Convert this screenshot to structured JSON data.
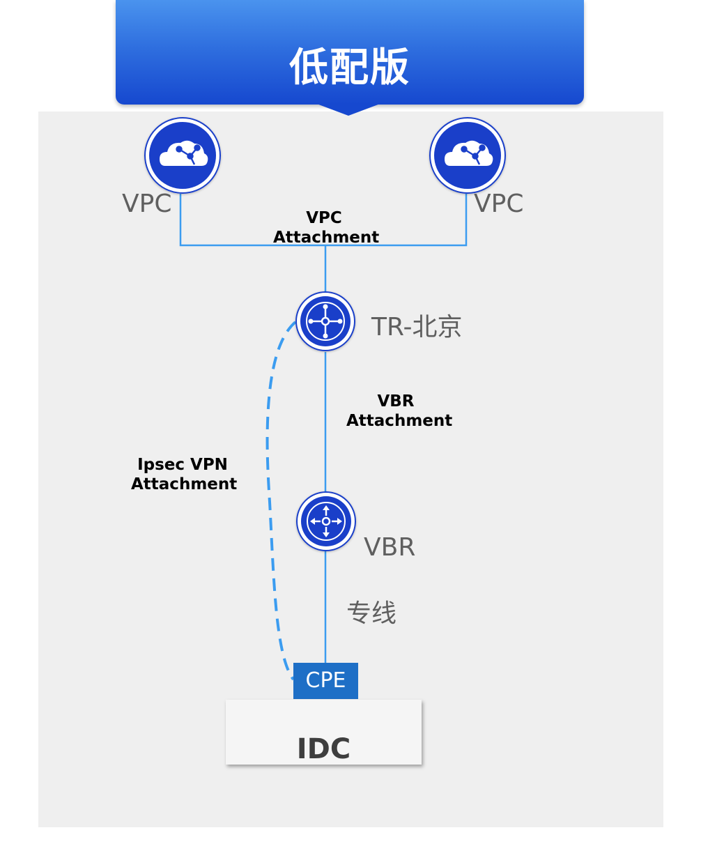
{
  "header": {
    "title": "低配版"
  },
  "nodes": {
    "vpc_left": {
      "label": "VPC",
      "icon": "cloud-network-icon"
    },
    "vpc_right": {
      "label": "VPC",
      "icon": "cloud-network-icon"
    },
    "tr": {
      "label": "TR-北京",
      "icon": "transit-router-icon"
    },
    "vbr": {
      "label": "VBR",
      "icon": "virtual-border-router-icon"
    },
    "cpe": {
      "label": "CPE"
    },
    "idc": {
      "label": "IDC"
    }
  },
  "links": {
    "vpc_attachment": {
      "line1": "VPC",
      "line2": "Attachment"
    },
    "vbr_attachment": {
      "line1": "VBR",
      "line2": "Attachment"
    },
    "ipsec_attachment": {
      "line1": "Ipsec VPN",
      "line2": "Attachment"
    },
    "leased_line": {
      "label": "专线"
    }
  },
  "colors": {
    "node_blue": "#1a3fc9",
    "line_blue": "#3b9cf0",
    "cpe_blue": "#1e6fc6",
    "header_blue": "#2f6fdf"
  }
}
